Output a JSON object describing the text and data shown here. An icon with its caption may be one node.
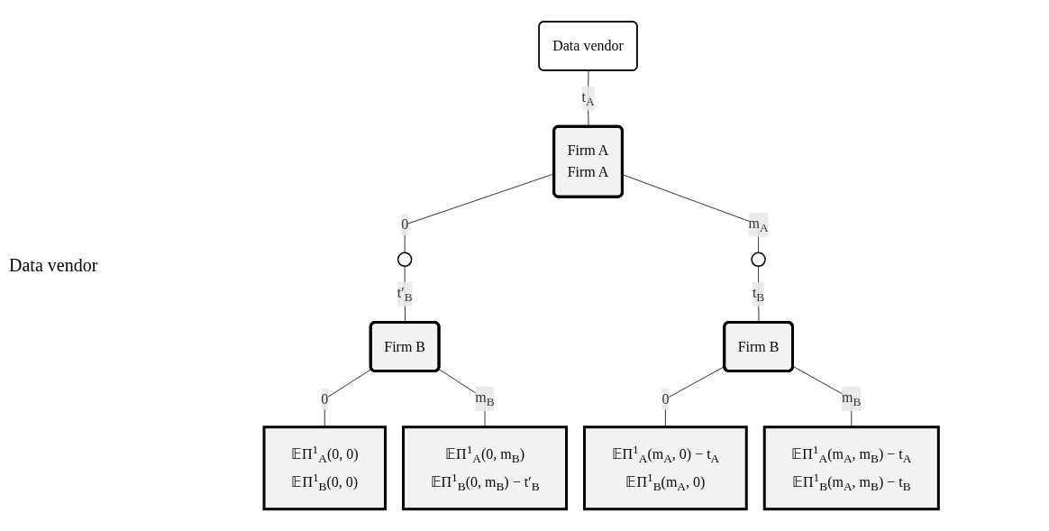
{
  "diagram": {
    "nodes": [
      {
        "text": [
          "Data vendor"
        ]
      },
      {
        "text": [
          "Firm A",
          "Firm A"
        ]
      },
      {
        "text": [],
        "shape": "circle"
      },
      {
        "text": [],
        "shape": "circle"
      },
      {
        "text": [
          "Firm B"
        ]
      },
      {
        "text": [
          "Firm B"
        ]
      },
      {
        "text": [
          "𝔼Π$^{1}$$_{A}$(0, 0)",
          "𝔼Π$^{1}$$_{B}$(0, 0)"
        ]
      },
      {
        "text": [
          "𝔼Π$^{1}$$_{A}$(0, m$_{B}$)",
          "𝔼Π$^{1}$$_{B}$(0, m$_{B}$) − t′$_{B}$"
        ]
      },
      {
        "text": [
          "𝔼Π$^{1}$$_{A}$(m$_{A}$, 0) − t$_{A}$",
          "𝔼Π$^{1}$$_{B}$(m$_{A}$, 0)"
        ]
      },
      {
        "text": [
          "𝔼Π$^{1}$$_{A}$(m$_{A}$, m$_{B}$) − t$_{A}$",
          "𝔼Π$^{1}$$_{B}$(m$_{A}$, m$_{B}$) − t$_{B}$"
        ]
      }
    ],
    "edges": [
      {
        "from": 0,
        "to": 1,
        "arrow": "none",
        "label": "t$_{A}$"
      },
      {
        "from": 1,
        "to": 2,
        "arrow": "none",
        "label": "0"
      },
      {
        "from": 1,
        "to": 3,
        "arrow": "none",
        "label": "m$_{A}$"
      },
      {
        "from": 2,
        "to": 4,
        "arrow": "none",
        "label": "t′$_{B}$"
      },
      {
        "from": 3,
        "to": 5,
        "arrow": "none",
        "label": "t$_{B}$"
      },
      {
        "from": 4,
        "to": 6,
        "arrow": "none",
        "label": "0"
      },
      {
        "from": 4,
        "to": 7,
        "arrow": "none",
        "label": "m$_{B}$"
      },
      {
        "from": 5,
        "to": 8,
        "arrow": "none",
        "label": "0"
      },
      {
        "from": 5,
        "to": 9,
        "arrow": "none",
        "label": "m$_{B}$"
      }
    ],
    "labels": [
      "Data vendor"
    ]
  }
}
